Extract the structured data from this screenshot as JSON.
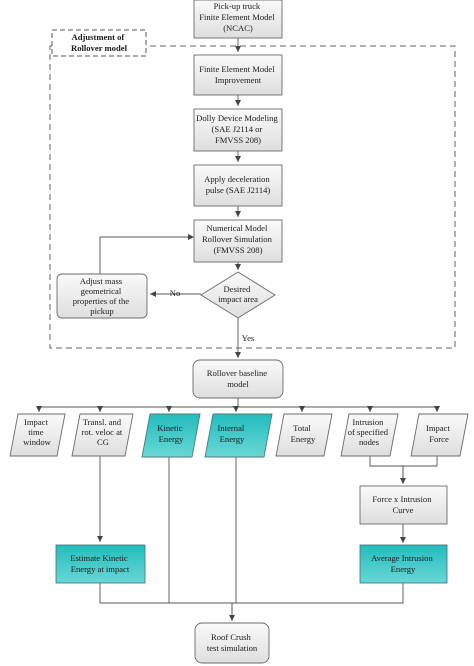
{
  "nodes": {
    "pickup": [
      "Pick-up truck",
      "Finite Element Model",
      "(NCAC)"
    ],
    "adjustment_label": [
      "Adjustment of",
      "Rollover model"
    ],
    "fem_improvement": [
      "Finite Element Model",
      "Improvement"
    ],
    "dolly": [
      "Dolly Device Modeling",
      "(SAE J2114 or",
      "FMVSS 208)"
    ],
    "decel": [
      "Apply deceleration",
      "pulse (SAE J2114)"
    ],
    "numerical": [
      "Numerical Model",
      "Rollover Simulation",
      "(FMVSS 208)"
    ],
    "desired": [
      "Desired",
      "impact area"
    ],
    "adjust_mass": [
      "Adjust mass",
      "geometrical",
      "properties of the",
      "pickup"
    ],
    "baseline": [
      "Rollover baseline",
      "model"
    ],
    "impact_time": [
      "Impact",
      "time",
      "window"
    ],
    "transl": [
      "Transl. and",
      "rot. veloc at",
      "CG"
    ],
    "kinetic": [
      "Kinetic",
      "Energy"
    ],
    "internal": [
      "Internal",
      "Energy"
    ],
    "total": [
      "Total",
      "Energy"
    ],
    "intrusion_nodes": [
      "Intrusion",
      "of specified",
      "nodes"
    ],
    "impact_force": [
      "Impact",
      "Force"
    ],
    "force_intrusion": [
      "Force  x  Intrusion",
      "Curve"
    ],
    "estimate_ke": [
      "Estimate Kinetic",
      "Energy at impact"
    ],
    "avg_intrusion": [
      "Average Intrusion",
      "Energy"
    ],
    "roof_crush": [
      "Roof Crush",
      "test simulation"
    ]
  },
  "edge_labels": {
    "no": "No",
    "yes": "Yes"
  },
  "colors": {
    "teal": "#22bdbd",
    "box_fill": "#ececec",
    "stroke": "#6b6b6b"
  }
}
